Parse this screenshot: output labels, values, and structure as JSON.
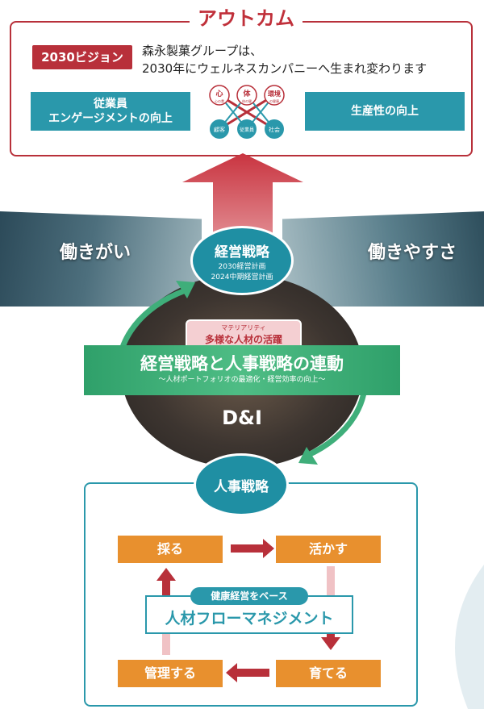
{
  "outcome": {
    "title": "アウトカム",
    "vision_badge": "2030ビジョン",
    "vision_line1": "森永製菓グループは、",
    "vision_line2": "2030年にウェルネスカンパニーへ生まれ変わります",
    "left_box_line1": "従業員",
    "left_box_line2": "エンゲージメントの向上",
    "right_box": "生産性の向上",
    "wellness_nodes": {
      "kokoro": "心",
      "kokoro_sub": "心の豊",
      "karada": "体",
      "karada_sub": "体の健",
      "kankyo": "環境",
      "kankyo_sub": "の健康",
      "customer": "顧客",
      "employee": "従業員",
      "society": "社会"
    }
  },
  "middle": {
    "left_label": "働きがい",
    "right_label": "働きやすさ",
    "management_strategy": "経営戦略",
    "plan_2030": "2030経営計画",
    "plan_2024": "2024中期経営計画",
    "materiality_small": "マテリアリティ",
    "materiality": "多様な人材の活躍",
    "linkage_title": "経営戦略と人事戦略の連動",
    "linkage_sub": "〜人材ポートフォリオの最適化・経営効率の向上〜",
    "dei": "D&I",
    "hr_strategy": "人事戦略"
  },
  "flow": {
    "hire": "採る",
    "utilize": "活かす",
    "develop": "育てる",
    "manage": "管理する",
    "health_base": "健康経営をベース",
    "talent_flow": "人材フローマネジメント"
  },
  "colors": {
    "red": "#b8303a",
    "teal": "#2a98ab",
    "green": "#3fae7a",
    "orange": "#e8902e"
  }
}
